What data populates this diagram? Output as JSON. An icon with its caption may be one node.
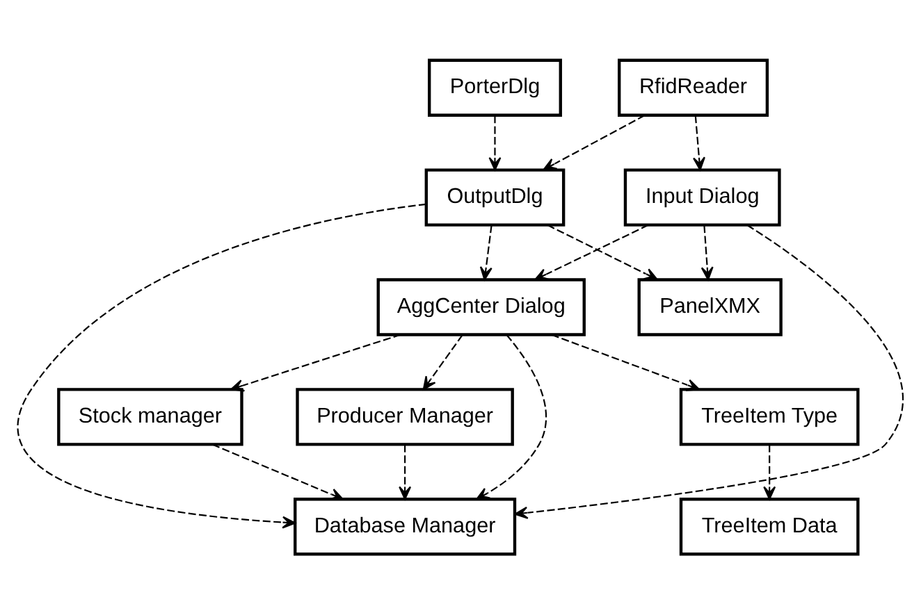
{
  "diagram": {
    "nodes": [
      {
        "text": [
          "Input Dialog"
        ]
      },
      {
        "text": [
          "Database Manager"
        ]
      },
      {
        "text": [
          "PorterDlg"
        ]
      },
      {
        "text": [
          "OutputDlg"
        ]
      },
      {
        "text": [
          "AggCenter Dialog"
        ]
      },
      {
        "text": [
          "Stock manager"
        ]
      },
      {
        "text": [
          "RfidReader"
        ]
      },
      {
        "text": [
          "Producer Manager"
        ]
      },
      {
        "text": [
          "TreeItem Type"
        ]
      },
      {
        "text": [
          "PanelXMX"
        ]
      },
      {
        "text": [
          "TreeItem Data"
        ]
      }
    ],
    "edges": [
      {
        "from": 0,
        "to": 1,
        "arrow": "to",
        "style": "dashed"
      },
      {
        "from": 0,
        "to": 4,
        "arrow": "to",
        "style": "dashed"
      },
      {
        "from": 0,
        "to": 9,
        "arrow": "to",
        "style": "dashed"
      },
      {
        "from": 6,
        "to": 0,
        "arrow": "to",
        "style": "dashed"
      },
      {
        "from": 3,
        "to": 1,
        "arrow": "to",
        "style": "dashed"
      },
      {
        "from": 7,
        "to": 1,
        "arrow": "to",
        "style": "dashed"
      },
      {
        "from": 4,
        "to": 1,
        "arrow": "to",
        "style": "dashed"
      },
      {
        "from": 5,
        "to": 1,
        "arrow": "to",
        "style": "dashed"
      },
      {
        "from": 4,
        "to": 5,
        "arrow": "to",
        "style": "dashed"
      },
      {
        "from": 4,
        "to": 7,
        "arrow": "to",
        "style": "dashed"
      },
      {
        "from": 4,
        "to": 8,
        "arrow": "to",
        "style": "dashed"
      },
      {
        "from": 8,
        "to": 10,
        "arrow": "to",
        "style": "dashed"
      },
      {
        "from": 2,
        "to": 3,
        "arrow": "to",
        "style": "dashed"
      },
      {
        "from": 3,
        "to": 4,
        "arrow": "to",
        "style": "dashed"
      },
      {
        "from": 6,
        "to": 3,
        "arrow": "to",
        "style": "dashed"
      },
      {
        "from": 3,
        "to": 9,
        "arrow": "to",
        "style": "dashed"
      }
    ]
  }
}
